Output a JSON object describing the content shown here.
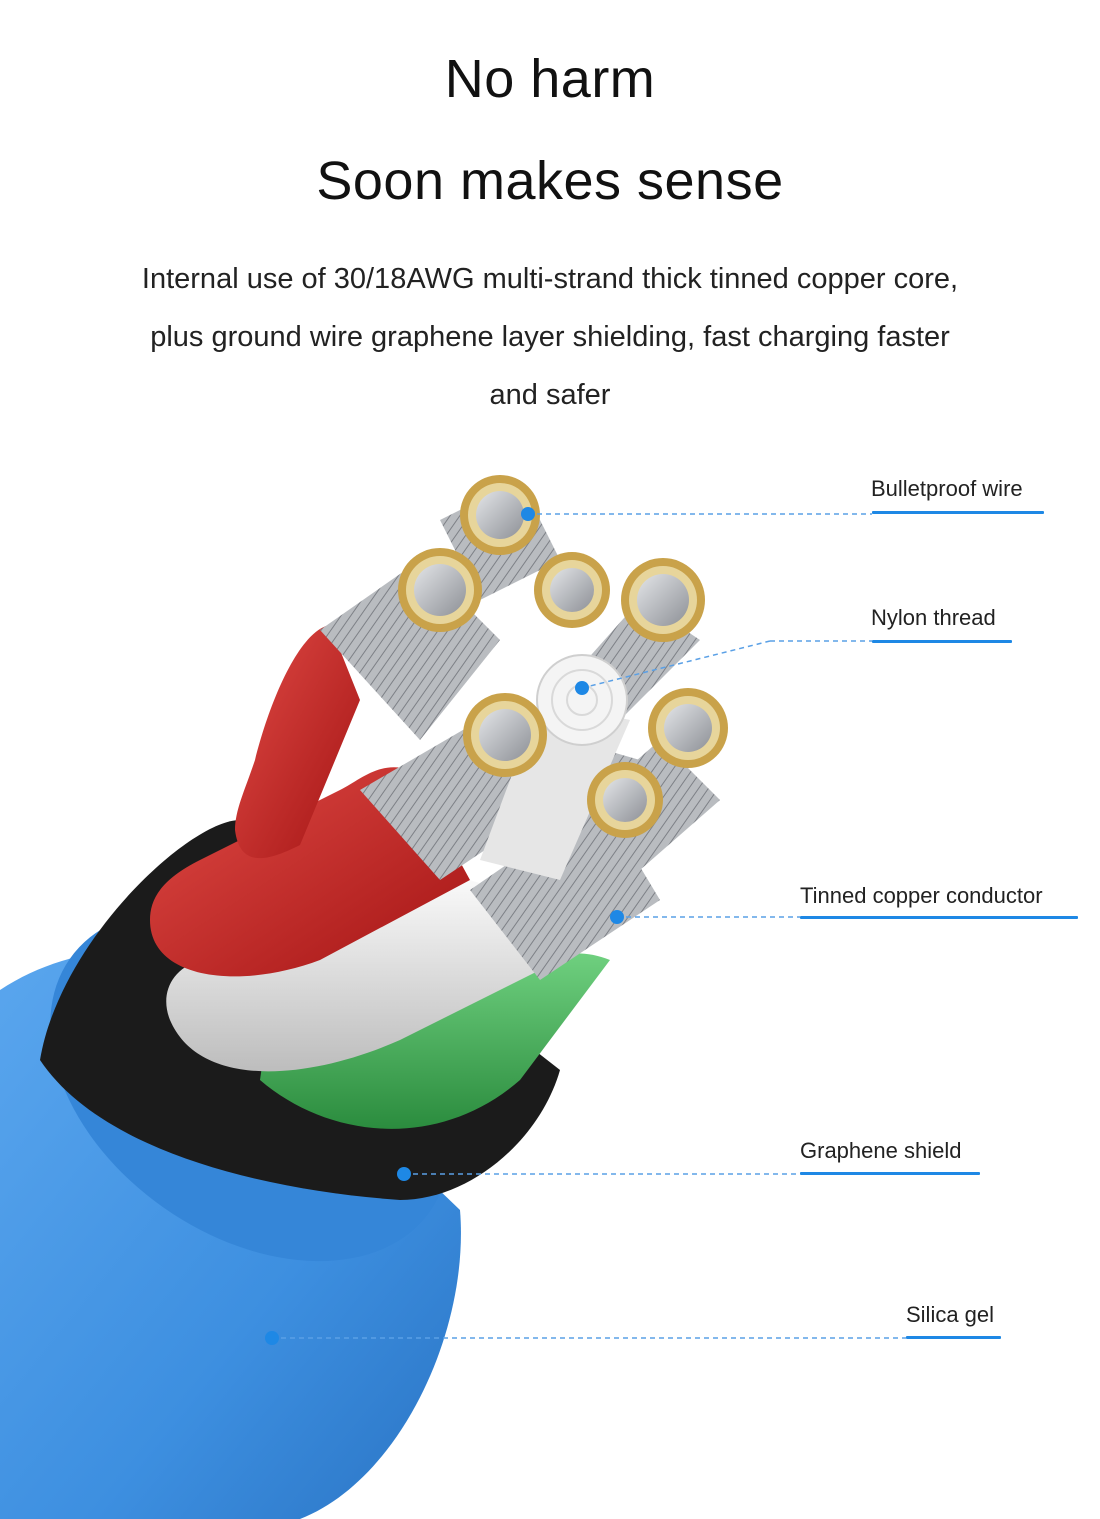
{
  "heading": {
    "line1": "No harm",
    "line2": "Soon makes sense"
  },
  "description": {
    "line1": "Internal use of 30/18AWG multi-strand thick tinned copper core,",
    "line2": "plus ground wire graphene layer shielding, fast charging faster",
    "line3": "and safer"
  },
  "callouts": [
    {
      "label": "Bulletproof wire"
    },
    {
      "label": "Nylon thread"
    },
    {
      "label": "Tinned copper conductor"
    },
    {
      "label": "Graphene shield"
    },
    {
      "label": "Silica gel"
    }
  ],
  "colors": {
    "accent": "#1e88e5",
    "outer_jacket": "#3d8fe0",
    "shield": "#1b1b1b",
    "red_wire": "#c8201f",
    "white_wire": "#e8e8e8",
    "green_wire": "#3cb054",
    "copper_gold": "#c9a24a",
    "strand_silver": "#b9bcc0"
  }
}
